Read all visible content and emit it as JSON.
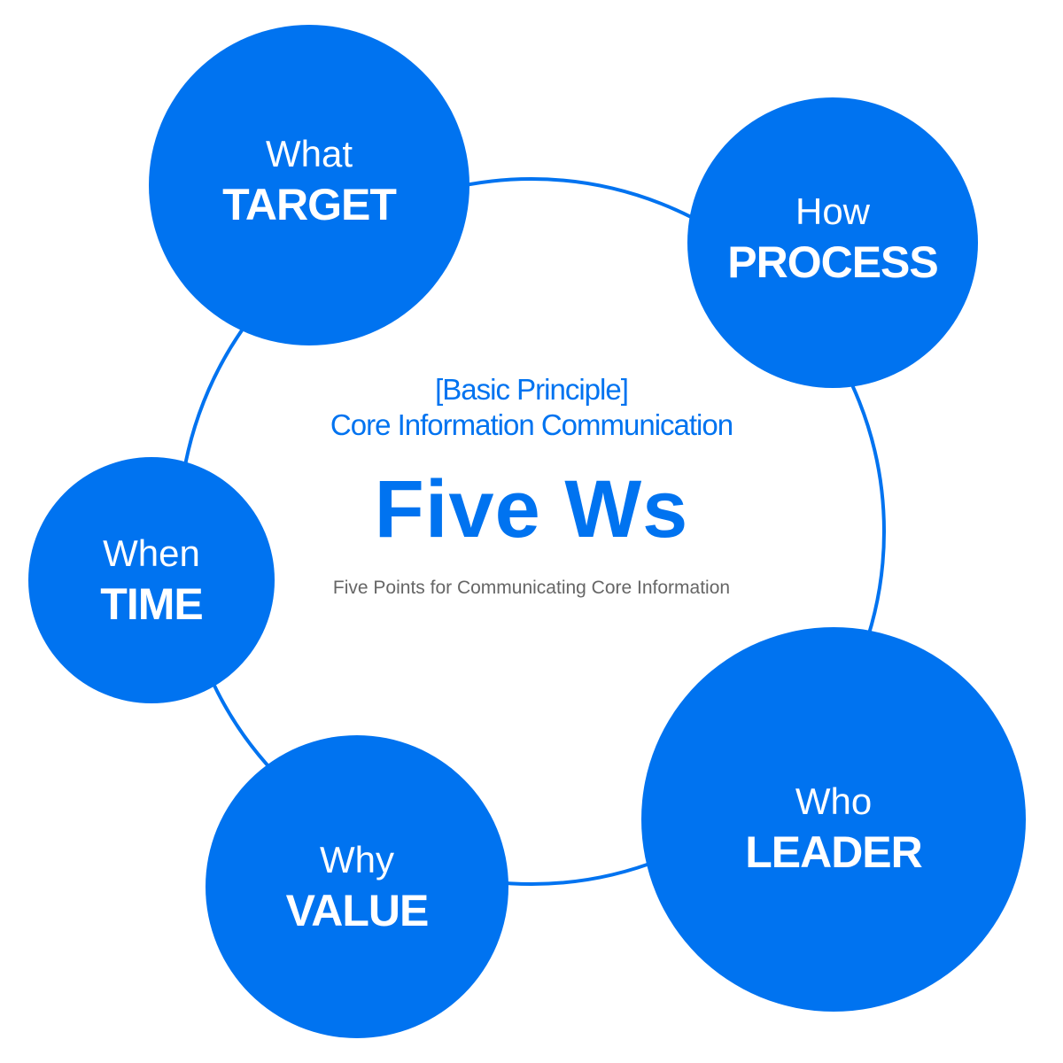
{
  "center": {
    "subtitle_line1": "[Basic Principle]",
    "subtitle_line2": "Core Information Communication",
    "title": "Five Ws",
    "note": "Five Points for Communicating Core Information"
  },
  "nodes": {
    "what": {
      "question": "What",
      "keyword": "TARGET"
    },
    "how": {
      "question": "How",
      "keyword": "PROCESS"
    },
    "when": {
      "question": "When",
      "keyword": "TIME"
    },
    "why": {
      "question": "Why",
      "keyword": "VALUE"
    },
    "who": {
      "question": "Who",
      "keyword": "LEADER"
    }
  },
  "colors": {
    "accent": "#0073f0",
    "node_text": "#ffffff",
    "note_text": "#666666",
    "background": "#ffffff"
  }
}
